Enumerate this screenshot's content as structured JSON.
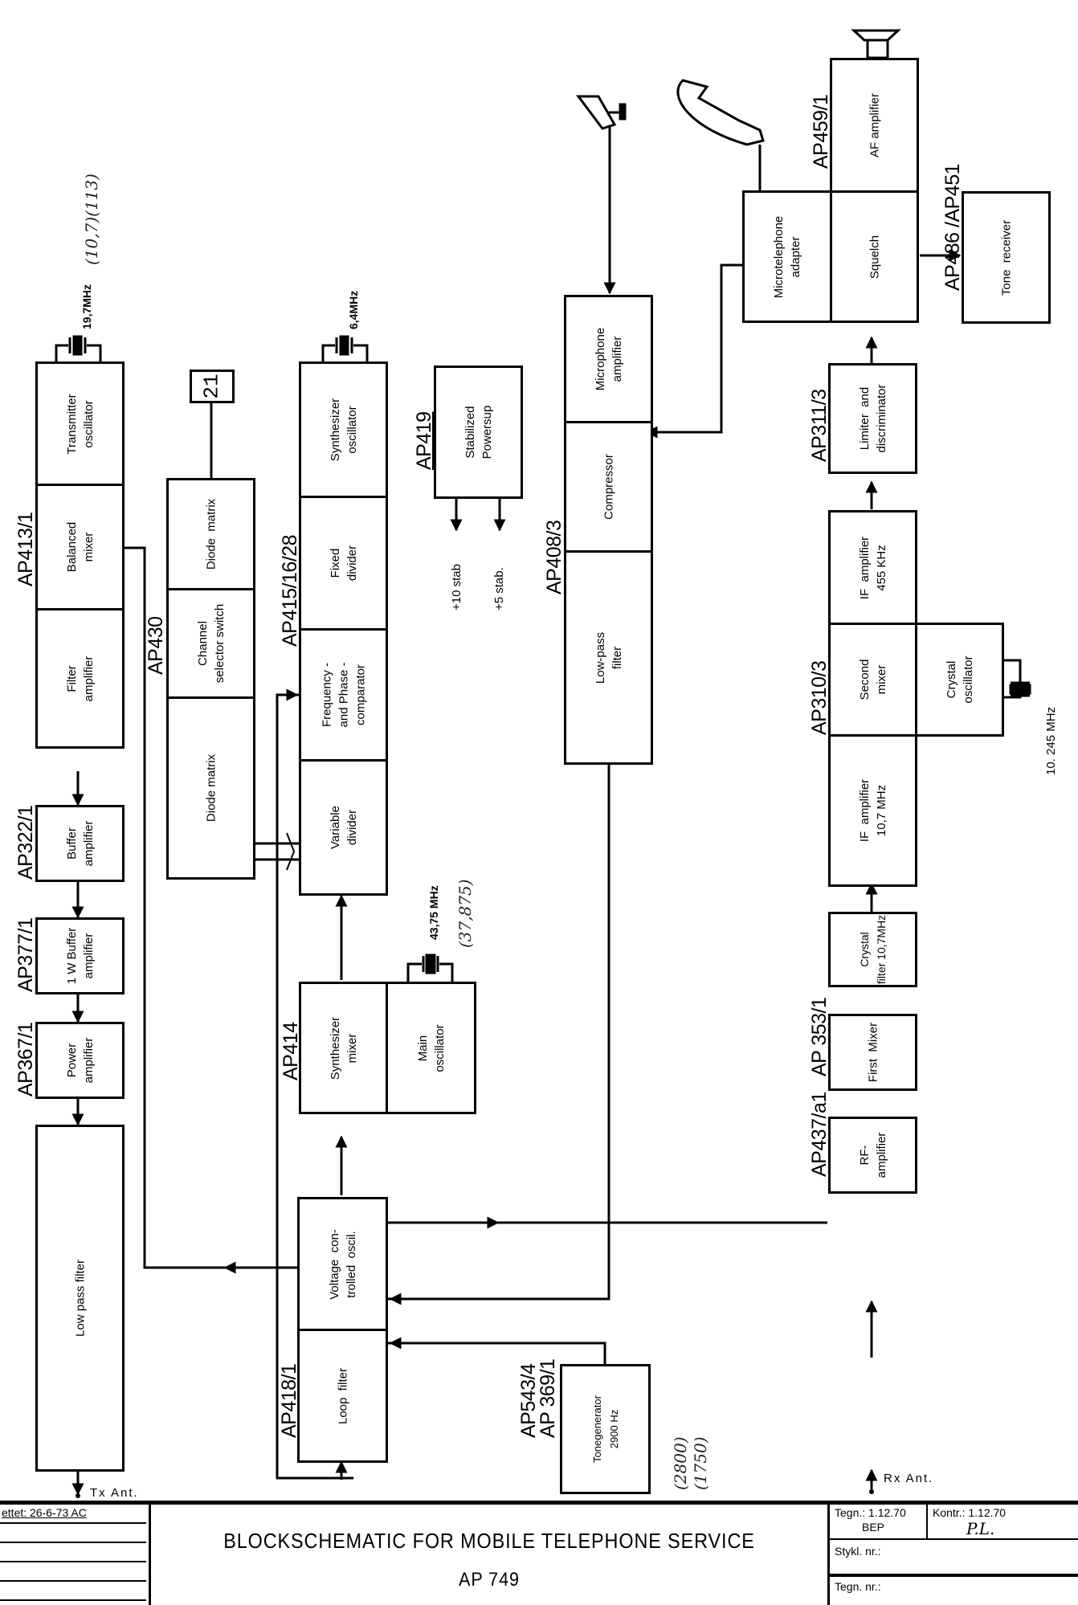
{
  "title_block": {
    "revision_note": "ettet: 26-6-73 AC",
    "title": "BLOCKSCHEMATIC  FOR  MOBILE  TELEPHONE  SERVICE",
    "subtitle": "AP  749",
    "drawn_label": "Tegn.: 1.12.70",
    "drawn_by": "BEP",
    "checked_label": "Kontr.: 1.12.70",
    "checked_by": "P.L.",
    "parts_list_label": "Stykl. nr.:",
    "drawing_no_label": "Tegn. nr.:"
  },
  "transmitter": {
    "module_ap413": "AP413/1",
    "crystal_freq": "19,7MHz",
    "crystal_note": "(10,7)(113)",
    "transmitter_oscillator": "Transmitter\noscillator",
    "balanced_mixer": "Balanced\nmixer",
    "filter_amplifier": "Filter\namplifier",
    "module_ap322": "AP322/1",
    "buffer_amplifier": "Buffer\namplifier",
    "module_ap377": "AP377/1",
    "one_w_buffer": "1 W Buffer\namplifier",
    "module_ap367": "AP367/1",
    "power_amplifier": "Power\namplifier",
    "low_pass_filter": "Low pass filter",
    "tx_ant": "Tx Ant."
  },
  "channel_selector": {
    "module_ap430": "AP430",
    "display_digits": "21",
    "diode_matrix_top": "Diode  matrix",
    "channel_selector_switch": "Channel\nselector switch",
    "diode_matrix_bottom": "Diode matrix"
  },
  "synthesizer": {
    "module_ap415": "AP415/16/28",
    "crystal_freq": "6,4MHz",
    "synthesizer_oscillator": "Synthesizer\noscillator",
    "fixed_divider": "Fixed\ndivider",
    "freq_phase_comparator": "Frequency -\nand Phase -\ncomparator",
    "variable_divider": "Variable\ndivider",
    "module_ap414": "AP414",
    "synthesizer_mixer": "Synthesizer\nmixer",
    "main_oscillator": "Main\noscillator",
    "main_crystal_freq": "43,75 MHz",
    "main_crystal_note": "(37,875)",
    "module_ap418": "AP418/1",
    "vco": "Voltage  con-\ntrolled  oscil.",
    "loop_filter": "Loop  filter"
  },
  "power_supply": {
    "module_ap419": "AP419",
    "label": "Stabilized\nPowersup",
    "out_10": "+10 stab",
    "out_5": "+5 stab."
  },
  "tone_generator": {
    "module_ap543": "AP543/4",
    "module_ap369": "AP 369/1",
    "label": "Tonegenerator\n2900 Hz",
    "note_a": "(2800)",
    "note_b": "(1750)"
  },
  "audio_tx": {
    "module_ap408": "AP408/3",
    "microphone_amplifier": "Microphone\namplifier",
    "compressor": "Compressor",
    "low_pass_filter": "Low-pass\nfilter"
  },
  "receiver": {
    "module_ap459": "AP459/1",
    "af_amplifier": "AF amplifier",
    "microtelephone_adapter": "Microtelephone\nadapter",
    "squelch": "Squelch",
    "module_ap486": "AP486 /AP451",
    "tone_receiver": "Tone  receiver",
    "module_ap311": "AP311/3",
    "limiter_discriminator": "Limiter  and\ndiscriminator",
    "if_455": "IF  amplifier\n455 KHz",
    "module_ap310": "AP310/3",
    "second_mixer": "Second\nmixer",
    "crystal_oscillator": "Crystal\noscillator",
    "crystal_freq": "10. 245  MHz",
    "if_107": "IF  amplifier\n10,7 MHz",
    "crystal_filter": "Crystal\nfilter 10,7MHz",
    "module_ap353": "AP 353/1",
    "first_mixer": "First  Mixer",
    "module_ap437": "AP437/a1",
    "rf_amplifier": "RF-\namplifier",
    "rx_ant": "Rx  Ant."
  }
}
